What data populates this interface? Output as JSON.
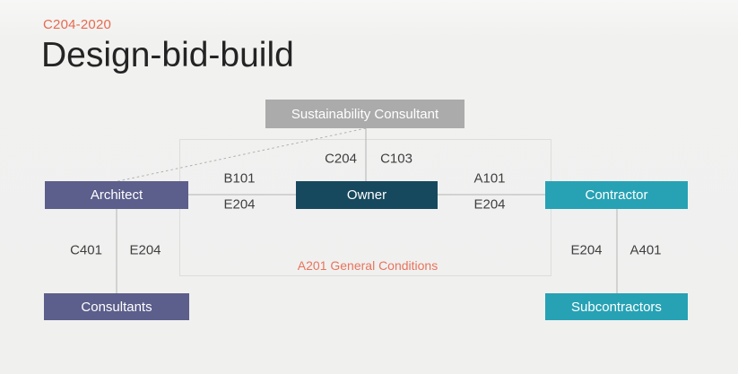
{
  "slide": {
    "eyebrow": "C204-2020",
    "title": "Design-bid-build"
  },
  "diagram": {
    "nodes": {
      "sustainability_consultant": {
        "label": "Sustainability Consultant",
        "color": "#ababab"
      },
      "architect": {
        "label": "Architect",
        "color": "#5c5e8b"
      },
      "owner": {
        "label": "Owner",
        "color": "#17495e"
      },
      "contractor": {
        "label": "Contractor",
        "color": "#27a2b4"
      },
      "consultants": {
        "label": "Consultants",
        "color": "#5c5e8b"
      },
      "subcontractors": {
        "label": "Subcontractors",
        "color": "#27a2b4"
      }
    },
    "edge_labels": {
      "sustainability_owner_left": "C204",
      "sustainability_owner_right": "C103",
      "architect_owner_top": "B101",
      "architect_owner_bottom": "E204",
      "owner_contractor_top": "A101",
      "owner_contractor_bottom": "E204",
      "architect_consultants_left": "C401",
      "architect_consultants_right": "E204",
      "contractor_subcontractors_left": "E204",
      "contractor_subcontractors_right": "A401"
    },
    "general_conditions_label": "A201 General Conditions",
    "colors": {
      "accent_coral": "#e76a4e",
      "title_text": "#242424",
      "edge_label_text": "#3f3f3f",
      "solid_line": "#b3b3b3",
      "dashed_line": "#b0b0b0",
      "rect_border": "#dddddc",
      "background": "#f0f0ef"
    }
  }
}
